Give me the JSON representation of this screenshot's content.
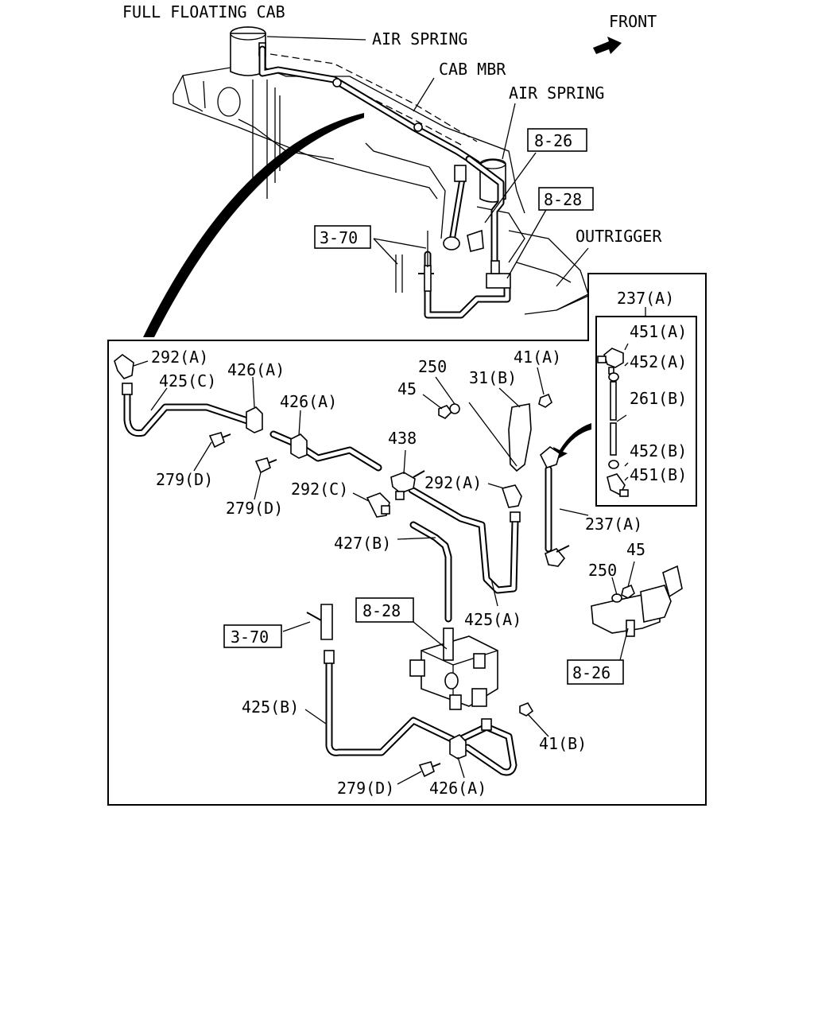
{
  "header": {
    "title": "FULL FLOATING CAB",
    "front_label": "FRONT"
  },
  "overview_labels": {
    "air_spring_top": "AIR SPRING",
    "cab_mbr": "CAB MBR",
    "air_spring_right": "AIR SPRING",
    "outrigger": "OUTRIGGER"
  },
  "ref_boxes": {
    "top_8_26": "8-26",
    "top_8_28": "8-28",
    "top_3_70": "3-70",
    "detail_8_28": "8-28",
    "detail_3_70": "3-70",
    "detail_8_26": "8-26"
  },
  "parts": {
    "p292A_top": "292(A)",
    "p425C": "425(C)",
    "p426A_1": "426(A)",
    "p426A_2": "426(A)",
    "p279D_1": "279(D)",
    "p279D_2": "279(D)",
    "p250_1": "250",
    "p45_1": "45",
    "p31B": "31(B)",
    "p41A": "41(A)",
    "p438": "438",
    "p292C": "292(C)",
    "p292A_mid": "292(A)",
    "p427B": "427(B)",
    "p425A": "425(A)",
    "p237A_right": "237(A)",
    "p250_2": "250",
    "p45_2": "45",
    "p425B": "425(B)",
    "p41B": "41(B)",
    "p279D_3": "279(D)",
    "p426A_3": "426(A)"
  },
  "kit": {
    "title": "237(A)",
    "items": [
      "451(A)",
      "452(A)",
      "261(B)",
      "452(B)",
      "451(B)"
    ]
  }
}
